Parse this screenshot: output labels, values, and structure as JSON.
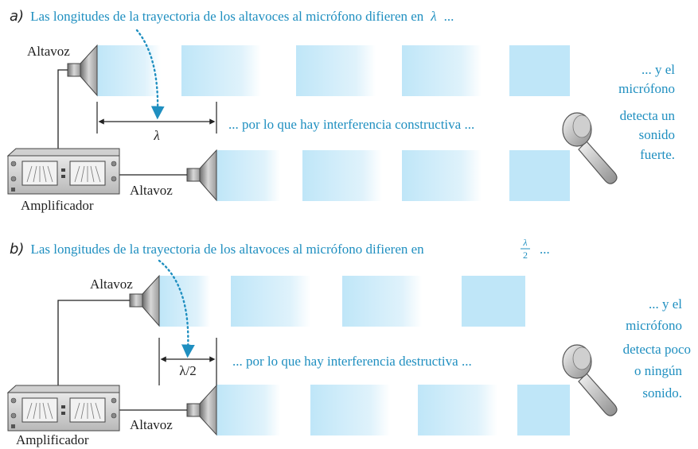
{
  "panel_a": {
    "part_label": "a)",
    "heading_text": "Las longitudes de la trayectoria de los altavoces al micrófono difieren en",
    "heading_symbol": "λ",
    "heading_tail": "...",
    "speaker_top_label": "Altavoz",
    "speaker_bottom_label": "Altavoz",
    "amplifier_label": "Amplificador",
    "dimension_label": "λ",
    "interference_text": "... por lo que hay interferencia constructiva ...",
    "mic_text": [
      "... y el",
      "micrófono",
      "detecta un",
      "sonido",
      "fuerte."
    ]
  },
  "panel_b": {
    "part_label": "b)",
    "heading_text": "Las longitudes de la trayectoria de los altavoces al micrófono difieren en",
    "heading_frac_num": "λ",
    "heading_frac_den": "2",
    "heading_tail": "...",
    "speaker_top_label": "Altavoz",
    "speaker_bottom_label": "Altavoz",
    "amplifier_label": "Amplificador",
    "dimension_label": "λ/2",
    "interference_text": "... por lo que hay interferencia destructiva ...",
    "mic_text": [
      "... y el",
      "micrófono",
      "detecta poco",
      "o ningún",
      "sonido."
    ]
  },
  "colors": {
    "accent_text": "#1f8fc0",
    "wave": "#bfe6f8",
    "arrow_dotted": "#1f8fc0"
  }
}
